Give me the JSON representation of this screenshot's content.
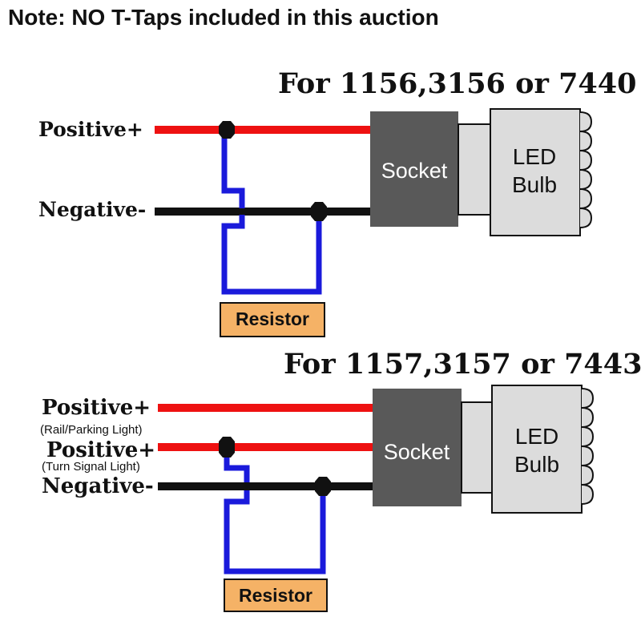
{
  "note": "Note: NO T-Taps included in this auction",
  "colors": {
    "positive_wire": "#ee1111",
    "negative_wire": "#111111",
    "resistor_wire": "#1a1adb",
    "socket_fill": "#595959",
    "bulb_fill": "#dcdcdc",
    "resistor_fill": "#f5b266"
  },
  "diagram1": {
    "title": "For 1156,3156 or 7440",
    "positive_label": "Positive+",
    "negative_label": "Negative-",
    "socket_label": "Socket",
    "bulb_line1": "LED",
    "bulb_line2": "Bulb",
    "resistor_label": "Resistor"
  },
  "diagram2": {
    "title": "For 1157,3157 or 7443",
    "positive1_label": "Positive+",
    "positive1_sub": "(Rail/Parking Light)",
    "positive2_label": "Positive+",
    "positive2_sub": "(Turn Signal Light)",
    "negative_label": "Negative-",
    "socket_label": "Socket",
    "bulb_line1": "LED",
    "bulb_line2": "Bulb",
    "resistor_label": "Resistor"
  }
}
